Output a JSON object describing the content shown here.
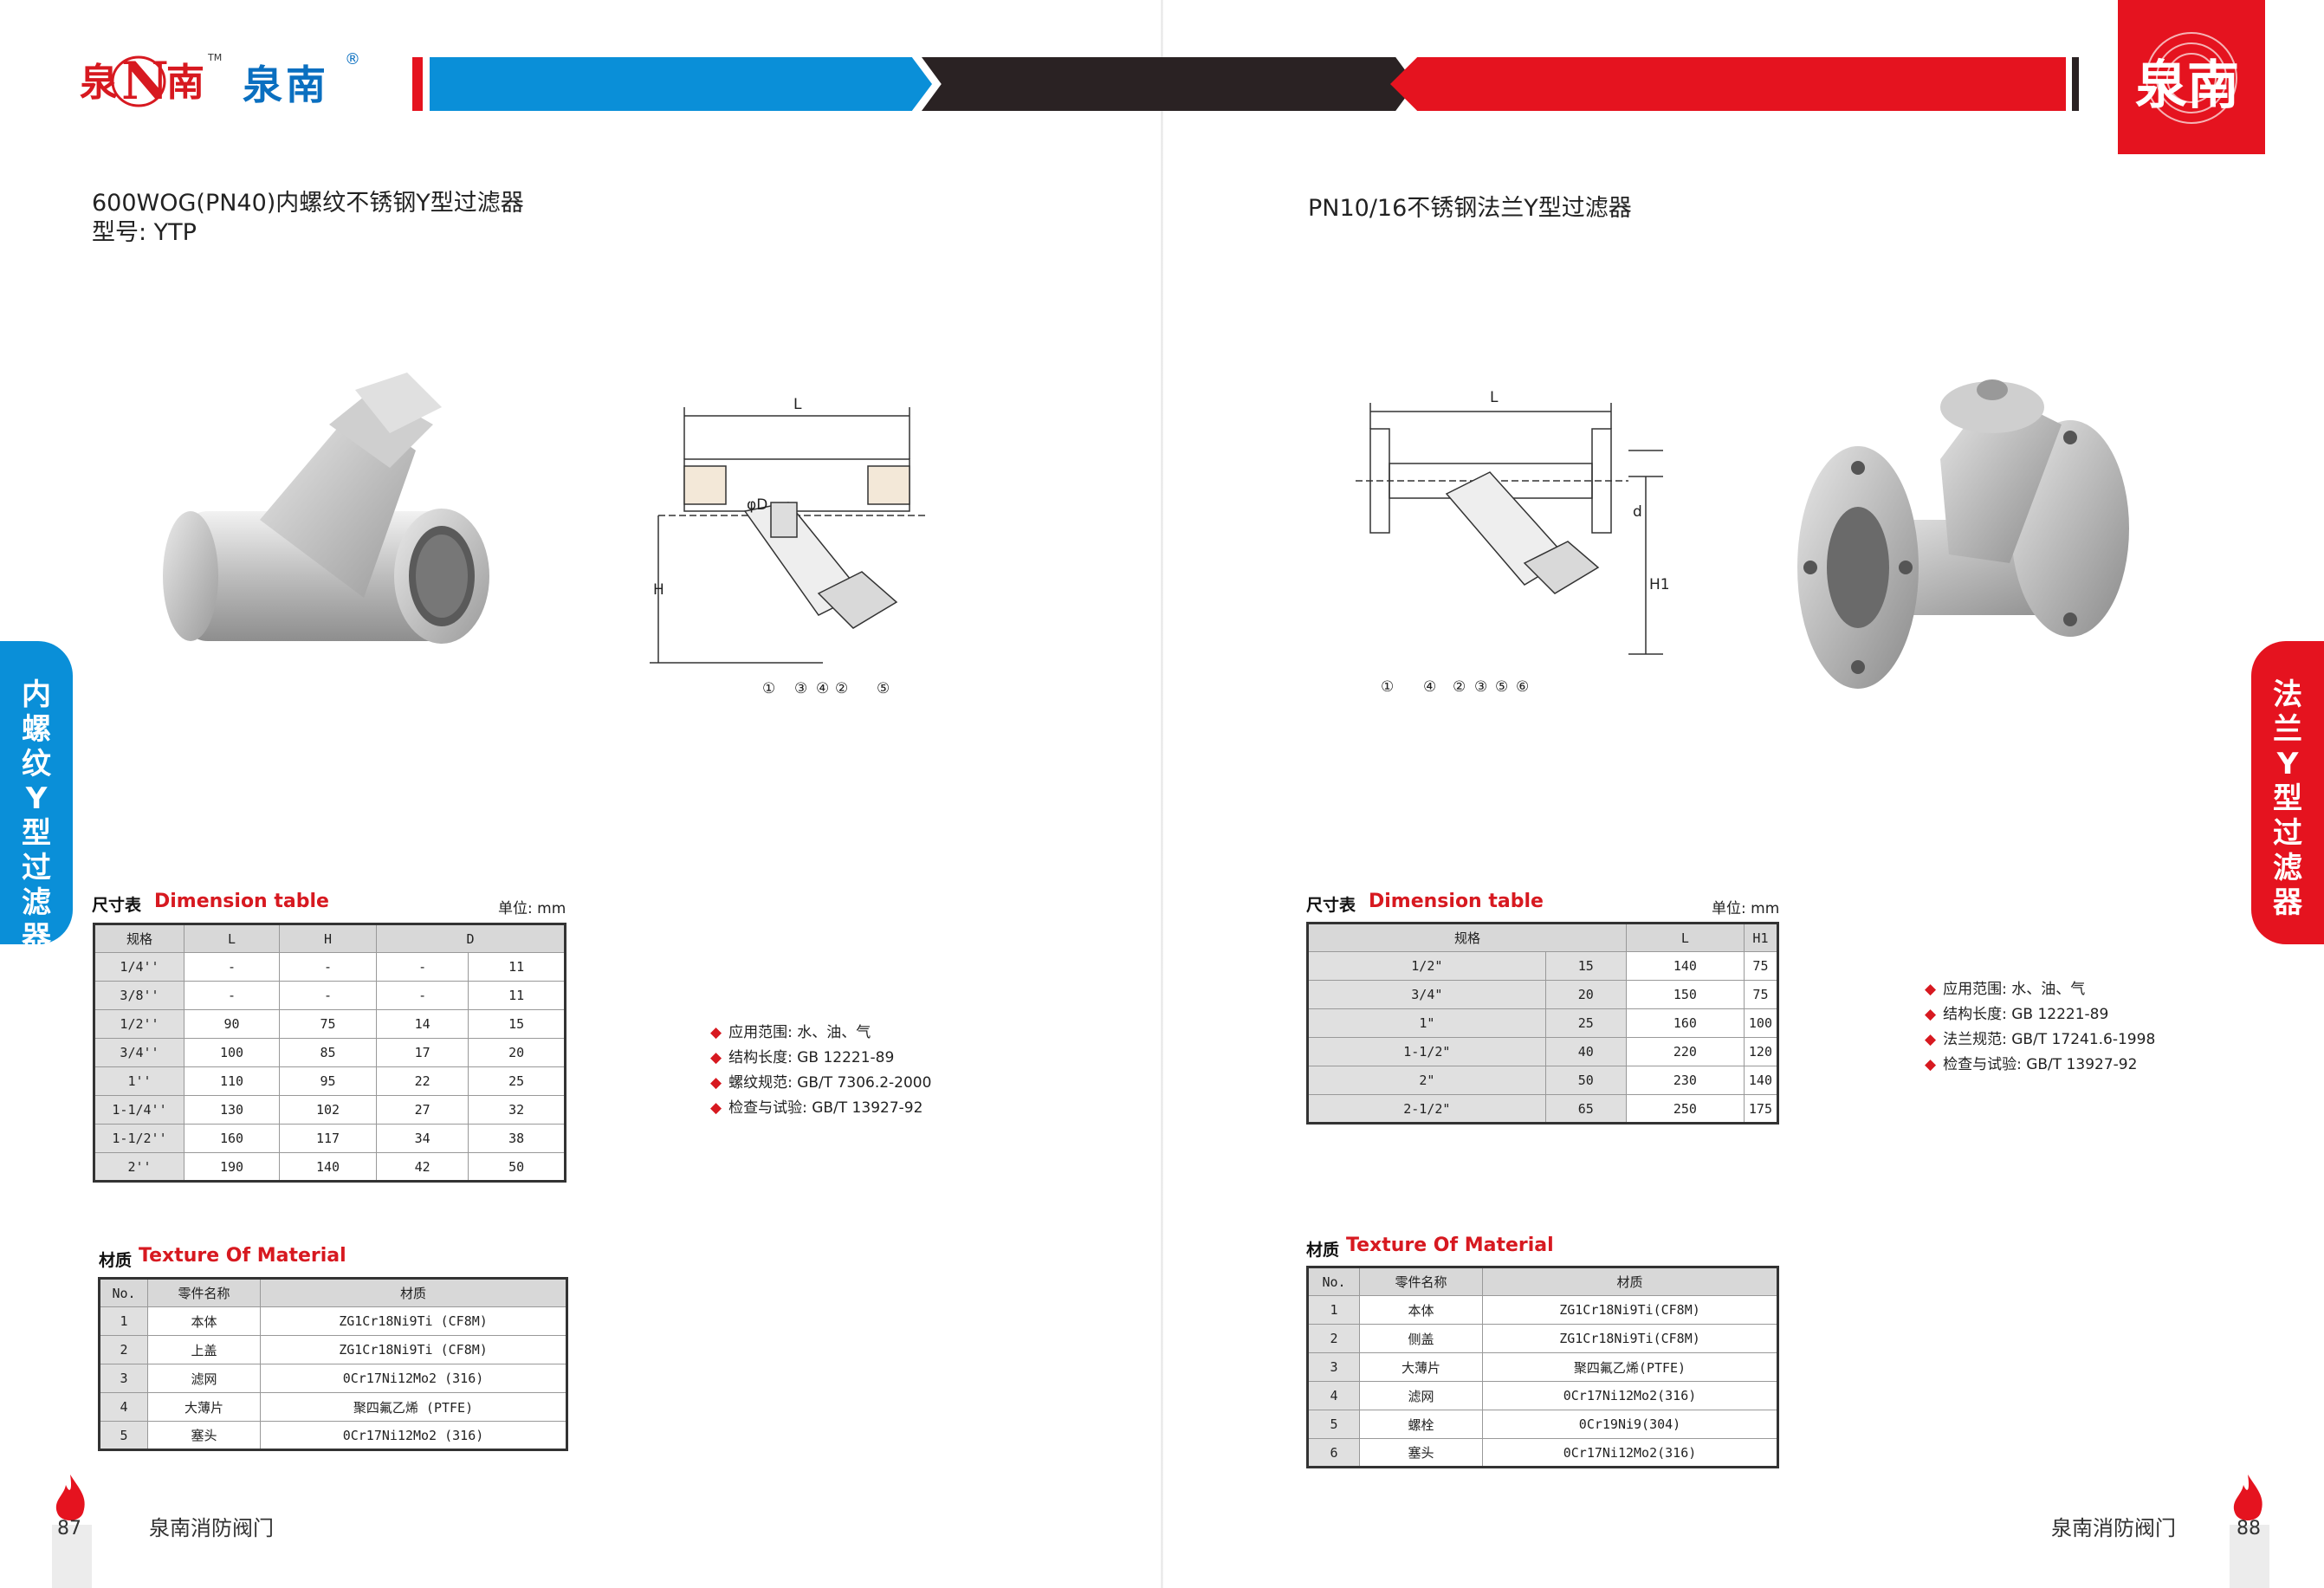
{
  "brand": {
    "logo_mark": "泉N南",
    "logo_tm": "TM",
    "name": "泉南",
    "registered": "®",
    "emblem_text": "泉南"
  },
  "left": {
    "title_line1": "600WOG(PN40)内螺纹不锈钢Y型过滤器",
    "title_line2": "型号: YTP",
    "side_tab": "内螺纹Y型过滤器",
    "drawing": {
      "dim_L": "L",
      "dim_H": "H",
      "dim_D": "φD",
      "callouts": [
        "①",
        "③",
        "④",
        "②",
        "⑤"
      ]
    },
    "dimension": {
      "label_cn": "尺寸表",
      "label_en": "Dimension table",
      "unit": "单位: mm",
      "headers": [
        "规格",
        "L",
        "H",
        "D"
      ],
      "rows": [
        [
          "1/4''",
          "-",
          "-",
          "-",
          "11"
        ],
        [
          "3/8''",
          "-",
          "-",
          "-",
          "11"
        ],
        [
          "1/2''",
          "90",
          "75",
          "14",
          "15"
        ],
        [
          "3/4''",
          "100",
          "85",
          "17",
          "20"
        ],
        [
          "1''",
          "110",
          "95",
          "22",
          "25"
        ],
        [
          "1-1/4''",
          "130",
          "102",
          "27",
          "32"
        ],
        [
          "1-1/2''",
          "160",
          "117",
          "34",
          "38"
        ],
        [
          "2''",
          "190",
          "140",
          "42",
          "50"
        ]
      ]
    },
    "specs": [
      "应用范围: 水、油、气",
      "结构长度: GB 12221-89",
      "螺纹规范: GB/T 7306.2-2000",
      "检查与试验: GB/T 13927-92"
    ],
    "material": {
      "label_cn": "材质",
      "label_en": "Texture Of Material",
      "headers": [
        "No.",
        "零件名称",
        "材质"
      ],
      "rows": [
        [
          "1",
          "本体",
          "ZG1Cr18Ni9Ti (CF8M)"
        ],
        [
          "2",
          "上盖",
          "ZG1Cr18Ni9Ti (CF8M)"
        ],
        [
          "3",
          "滤网",
          "0Cr17Ni12Mo2 (316)"
        ],
        [
          "4",
          "大薄片",
          "聚四氟乙烯 (PTFE)"
        ],
        [
          "5",
          "塞头",
          "0Cr17Ni12Mo2 (316)"
        ]
      ]
    },
    "page_number": "87",
    "footer": "泉南消防阀门"
  },
  "right": {
    "title_line1": "PN10/16不锈钢法兰Y型过滤器",
    "side_tab": "法兰Y型过滤器",
    "drawing": {
      "dim_L": "L",
      "dim_d": "d",
      "dim_H1": "H1",
      "callouts": [
        "①",
        "④",
        "②",
        "③",
        "⑤",
        "⑥"
      ]
    },
    "dimension": {
      "label_cn": "尺寸表",
      "label_en": "Dimension table",
      "unit": "单位: mm",
      "headers": [
        "规格",
        "L",
        "H1"
      ],
      "rows": [
        [
          "1/2\"",
          "15",
          "140",
          "75"
        ],
        [
          "3/4\"",
          "20",
          "150",
          "75"
        ],
        [
          "1\"",
          "25",
          "160",
          "100"
        ],
        [
          "1-1/2\"",
          "40",
          "220",
          "120"
        ],
        [
          "2\"",
          "50",
          "230",
          "140"
        ],
        [
          "2-1/2\"",
          "65",
          "250",
          "175"
        ]
      ]
    },
    "specs": [
      "应用范围: 水、油、气",
      "结构长度: GB 12221-89",
      "法兰规范: GB/T 17241.6-1998",
      "检查与试验: GB/T 13927-92"
    ],
    "material": {
      "label_cn": "材质",
      "label_en": "Texture Of Material",
      "headers": [
        "No.",
        "零件名称",
        "材质"
      ],
      "rows": [
        [
          "1",
          "本体",
          "ZG1Cr18Ni9Ti(CF8M)"
        ],
        [
          "2",
          "侧盖",
          "ZG1Cr18Ni9Ti(CF8M)"
        ],
        [
          "3",
          "大薄片",
          "聚四氟乙烯(PTFE)"
        ],
        [
          "4",
          "滤网",
          "0Cr17Ni12Mo2(316)"
        ],
        [
          "5",
          "螺栓",
          "0Cr19Ni9(304)"
        ],
        [
          "6",
          "塞头",
          "0Cr17Ni12Mo2(316)"
        ]
      ]
    },
    "page_number": "88",
    "footer": "泉南消防阀门"
  },
  "colors": {
    "blue": "#0a8fd8",
    "dark": "#2a2223",
    "red": "#e5131f",
    "table_header": "#d8d8d8"
  }
}
